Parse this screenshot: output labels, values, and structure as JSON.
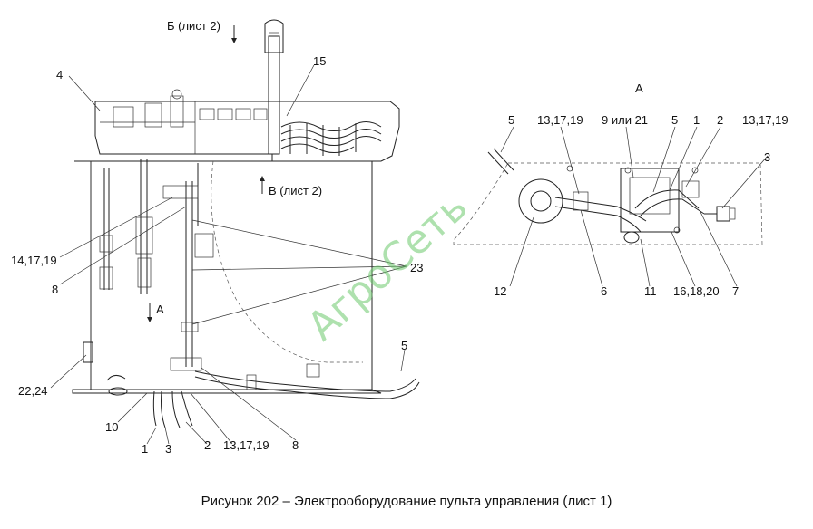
{
  "caption": "Рисунок 202 – Электрооборудование пульта управления (лист 1)",
  "watermark": "АгроСеть",
  "views": {
    "view_b": "Б (лист 2)",
    "view_v": "В (лист 2)",
    "view_a_arrow": "А",
    "view_a_title": "А"
  },
  "callouts_left": {
    "c4": "4",
    "c15": "15",
    "c14": "14,17,19",
    "c8a": "8",
    "c23": "23",
    "c5": "5",
    "c22": "22,24",
    "c10": "10",
    "c1": "1",
    "c3": "3",
    "c2": "2",
    "c13": "13,17,19",
    "c8b": "8"
  },
  "callouts_right": {
    "r5a": "5",
    "r13a": "13,17,19",
    "r9": "9 или 21",
    "r5b": "5",
    "r1": "1",
    "r2": "2",
    "r13b": "13,17,19",
    "r3": "3",
    "r12": "12",
    "r6": "6",
    "r11": "11",
    "r16": "16,18,20",
    "r7": "7"
  }
}
